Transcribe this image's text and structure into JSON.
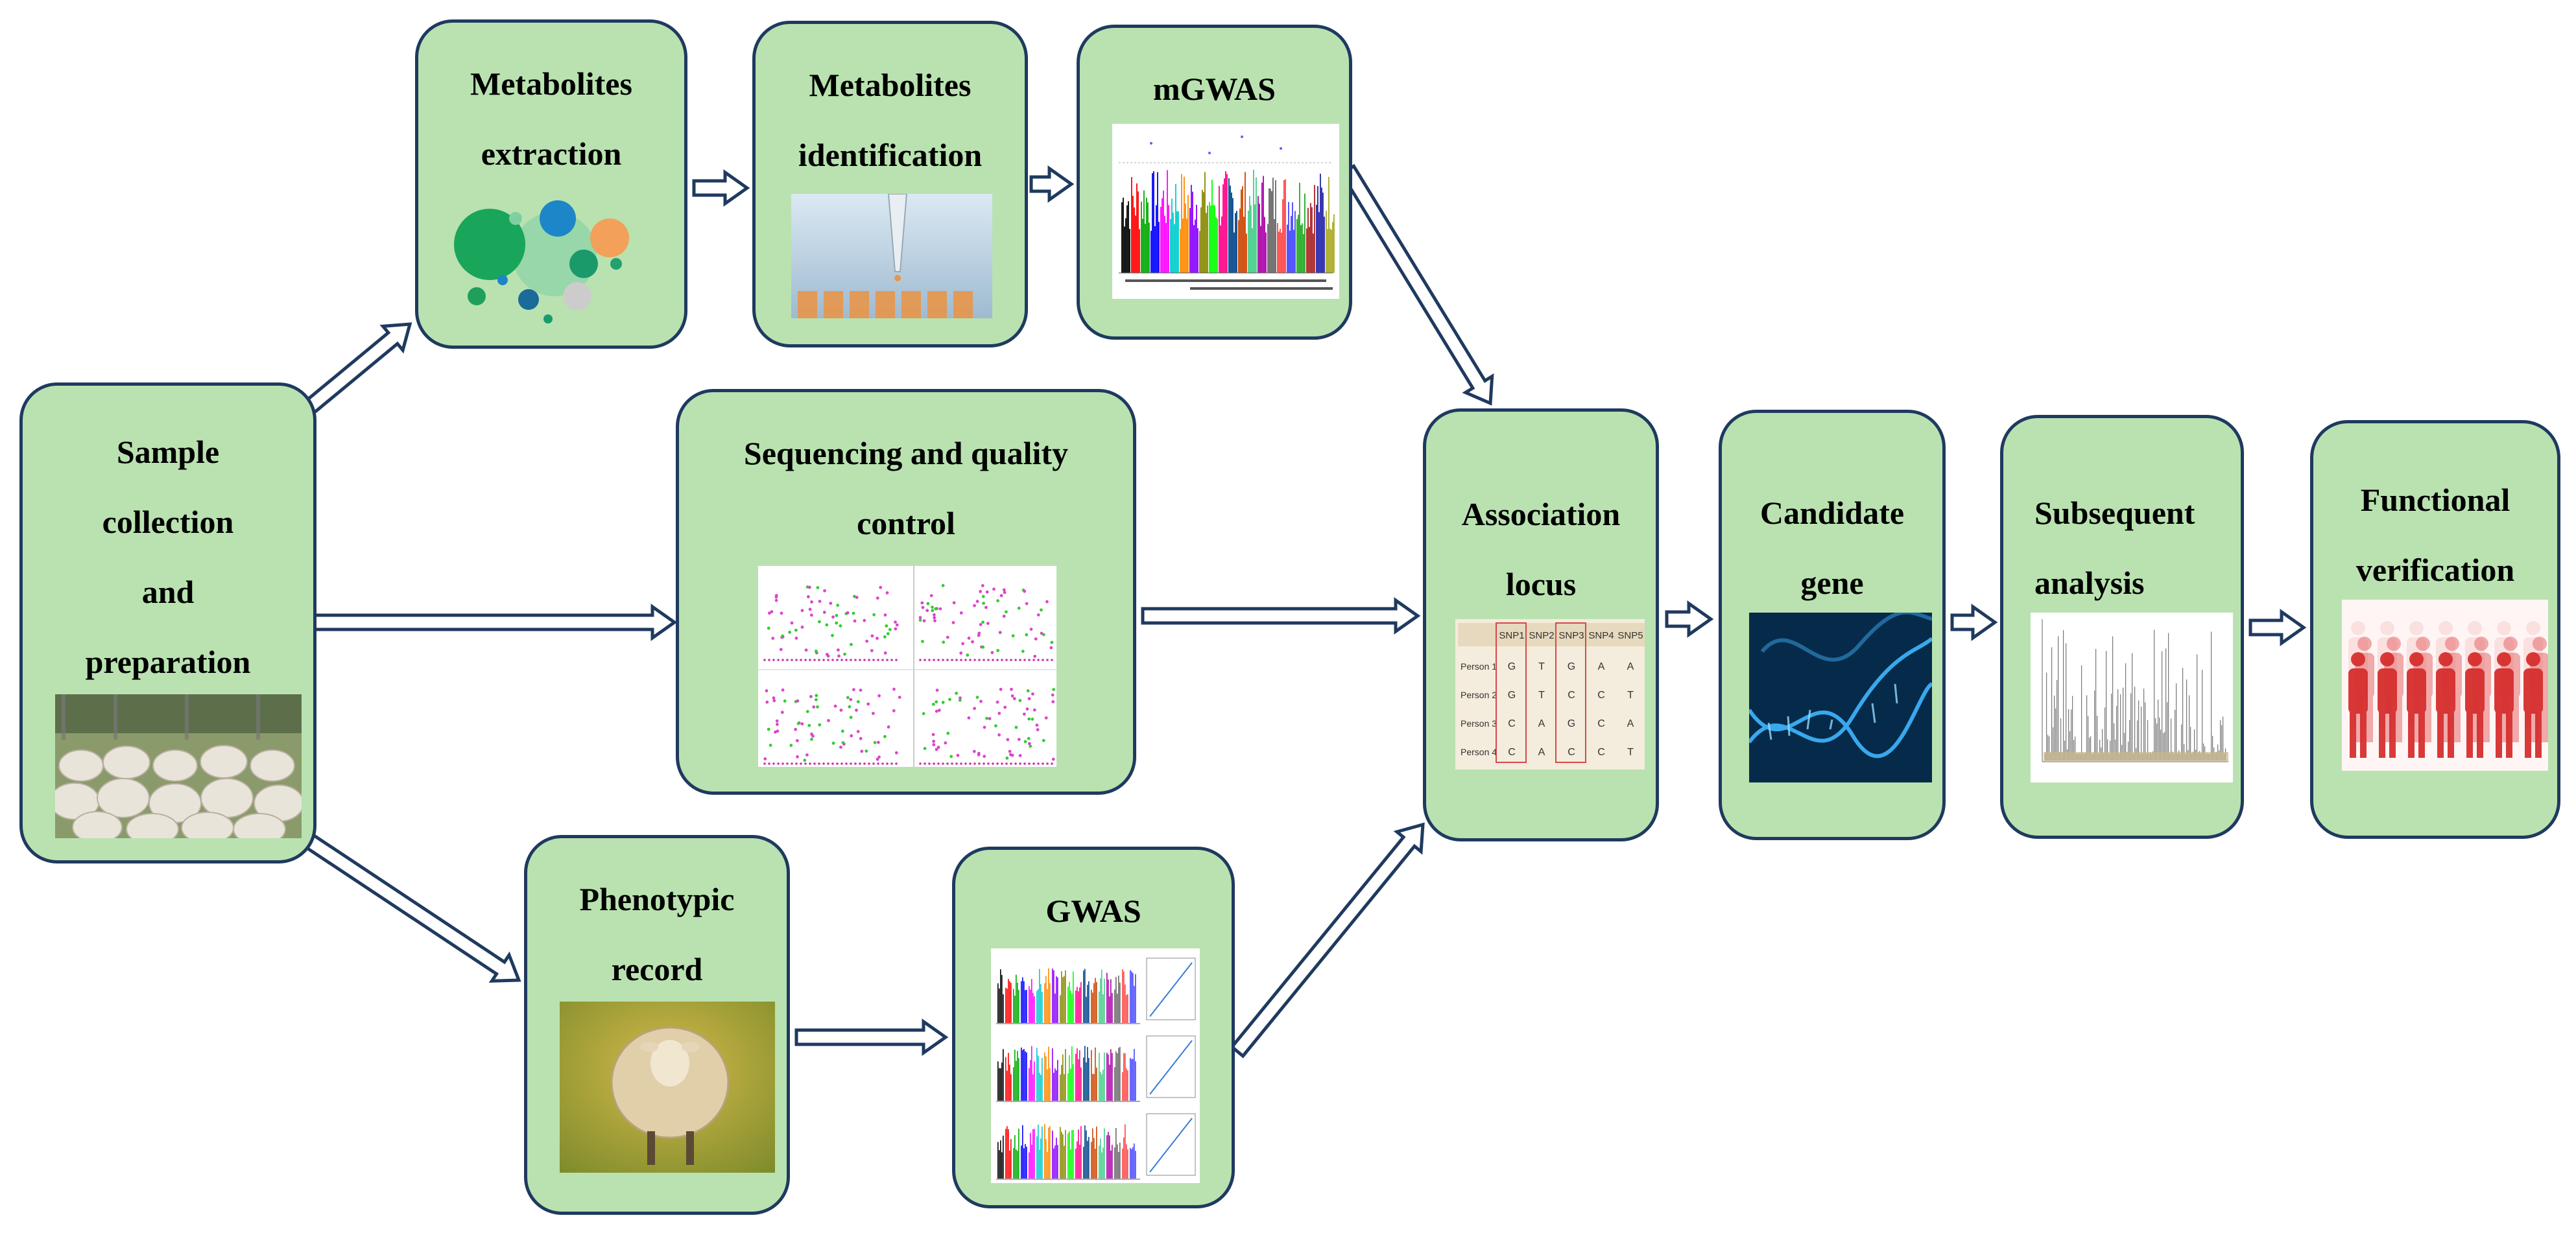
{
  "nodes": {
    "sample": {
      "lines": [
        "Sample",
        "collection",
        "and",
        "preparation"
      ],
      "image": "sheep-flock-photo"
    },
    "met_extract": {
      "lines": [
        "Metabolites",
        "extraction"
      ],
      "image": "bubble-chart"
    },
    "met_ident": {
      "lines": [
        "Metabolites",
        "identification"
      ],
      "image": "pipette-photo"
    },
    "mgwas": {
      "lines": [
        "mGWAS"
      ],
      "image": "manhattan-plot"
    },
    "seq_qc": {
      "lines": [
        "Sequencing and quality",
        "control"
      ],
      "image": "scatter-panels"
    },
    "pheno": {
      "lines": [
        "Phenotypic",
        "record"
      ],
      "image": "sheep-photo"
    },
    "gwas": {
      "lines": [
        "GWAS"
      ],
      "image": "manhattan-qq-plots"
    },
    "assoc": {
      "lines": [
        "Association",
        "locus"
      ],
      "image": "snp-table"
    },
    "candidate": {
      "lines": [
        "Candidate",
        "gene"
      ],
      "image": "dna-helix-photo"
    },
    "subsequent": {
      "lines": [
        "Subsequent",
        "analysis"
      ],
      "image": "manhattan-plot-grey"
    },
    "functional": {
      "lines": [
        "Functional",
        "verification"
      ],
      "image": "people-silhouettes"
    }
  },
  "snp_table": {
    "headers": [
      "",
      "SNP1",
      "SNP2",
      "SNP3",
      "SNP4",
      "SNP5"
    ],
    "rows": [
      [
        "Person 1",
        "G",
        "T",
        "G",
        "A",
        "A"
      ],
      [
        "Person 2",
        "G",
        "T",
        "C",
        "C",
        "T"
      ],
      [
        "Person 3",
        "C",
        "A",
        "G",
        "C",
        "A"
      ],
      [
        "Person 4",
        "C",
        "A",
        "C",
        "C",
        "T"
      ]
    ]
  },
  "colors": {
    "box_fill": "#b9e2b0",
    "box_border": "#1f3a5f",
    "arrow_fill": "#ffffff",
    "arrow_stroke": "#1f3a5f"
  }
}
